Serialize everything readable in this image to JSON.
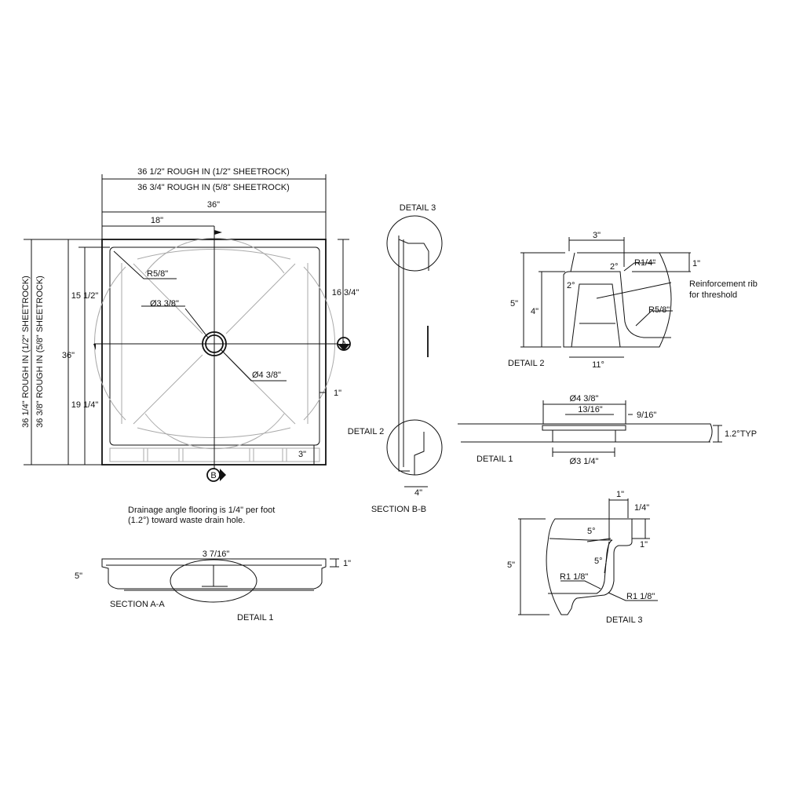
{
  "plan": {
    "rough_half": "36 1/2\" ROUGH IN (1/2\" SHEETROCK)",
    "rough_58": "36 3/4\" ROUGH IN (5/8\" SHEETROCK)",
    "width": "36\"",
    "half": "18\"",
    "left_rough_half": "36 1/4\" ROUGH IN (1/2\" SHEETROCK)",
    "left_rough_58": "36 3/8\" ROUGH IN (5/8\" SHEETROCK)",
    "height": "36\"",
    "top_part": "15 1/2\"",
    "bottom_part": "19 1/4\"",
    "right_dim": "16 3/4\"",
    "radius": "R5/8\"",
    "drain_inner": "Ø3 3/8\"",
    "drain_outer": "Ø4 3/8\"",
    "edge": "1\"",
    "threshold": "3\"",
    "marker_a": "A",
    "marker_b": "B"
  },
  "note": {
    "line1": "Drainage angle flooring is 1/4\" per foot",
    "line2": "(1.2°) toward waste drain hole."
  },
  "section_aa": {
    "depth": "3 7/16\"",
    "rim": "1\"",
    "height": "5\"",
    "label": "SECTION  A-A",
    "detail": "DETAIL 1"
  },
  "section_bb": {
    "label": "SECTION  B-B",
    "detail3": "DETAIL 3",
    "detail2": "DETAIL 2",
    "dim": "4\""
  },
  "detail2": {
    "top": "3\"",
    "r14": "R1/4\"",
    "angle_top": "2°",
    "angle_side": "2°",
    "rim": "1\"",
    "note1": "Reinforcement rib",
    "note2": "for threshold",
    "r58": "R5/8\"",
    "h5": "5\"",
    "h4": "4\"",
    "bottom": "11°",
    "label": "DETAIL 2"
  },
  "detail1": {
    "outer": "Ø4 3/8\"",
    "inner": "13/16\"",
    "lip": "9/16\"",
    "typ": "1.2°TYP",
    "bottom": "Ø3 1/4\"",
    "label": "DETAIL 1"
  },
  "detail3": {
    "top": "1\"",
    "quarter": "1/4\"",
    "a1": "5°",
    "rim": "1\"",
    "a2": "5°",
    "h": "5\"",
    "r1": "R1 1/8\"",
    "r2": "R1 1/8\"",
    "label": "DETAIL 3"
  }
}
